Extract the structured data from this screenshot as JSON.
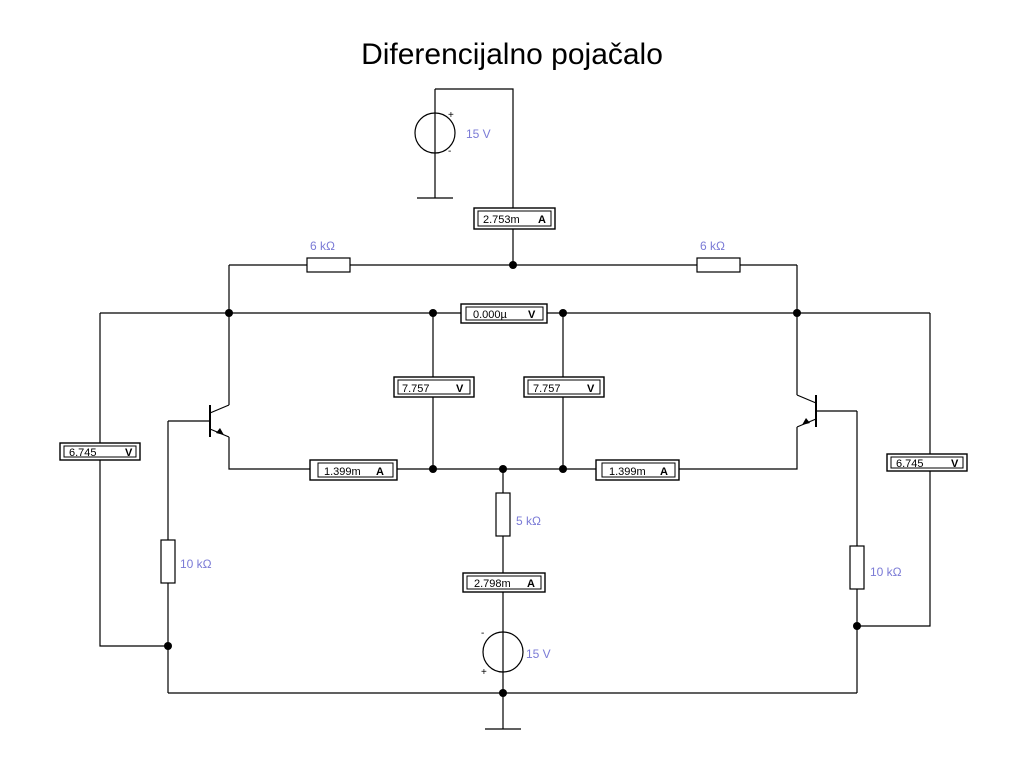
{
  "title": "Diferencijalno pojačalo",
  "sources": {
    "top": {
      "value": "15 V",
      "plus": "+",
      "minus": "-"
    },
    "bottom": {
      "value": "15 V",
      "plus": "+",
      "minus": "-"
    }
  },
  "resistors": {
    "rc_left": "6 kΩ",
    "rc_right": "6 kΩ",
    "re": "5 kΩ",
    "rb_left": "10 kΩ",
    "rb_right": "10 kΩ"
  },
  "meters": {
    "supply_current": {
      "value": "2.753m",
      "unit": "A"
    },
    "diff_voltage": {
      "value": "0.000µ",
      "unit": "V"
    },
    "vc_left": {
      "value": "7.757",
      "unit": "V"
    },
    "vc_right": {
      "value": "7.757",
      "unit": "V"
    },
    "ie_left": {
      "value": "1.399m",
      "unit": "A"
    },
    "ie_right": {
      "value": "1.399m",
      "unit": "A"
    },
    "tail_current": {
      "value": "2.798m",
      "unit": "A"
    },
    "vb_left": {
      "value": "6.745",
      "unit": "V"
    },
    "vb_right": {
      "value": "6.745",
      "unit": "V"
    }
  }
}
